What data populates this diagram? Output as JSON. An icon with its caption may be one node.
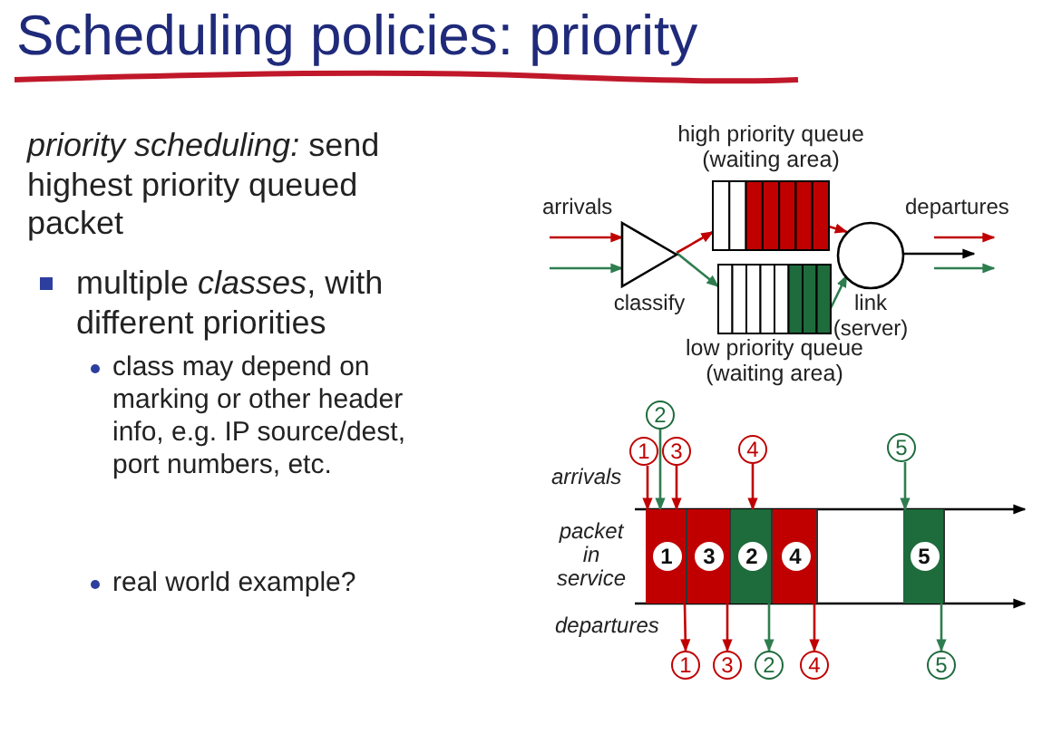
{
  "diagram": {
    "title": "Scheduling policies: priority",
    "nodes": [
      {
        "text": [
          "classify"
        ]
      },
      {
        "text": [
          "high priority queue (waiting area)"
        ]
      },
      {
        "text": [
          "low priority queue (waiting area)"
        ]
      },
      {
        "text": [
          "link (server)"
        ]
      },
      {
        "text": [
          "1"
        ]
      },
      {
        "text": [
          "3"
        ]
      },
      {
        "text": [
          "2"
        ]
      },
      {
        "text": [
          "4"
        ]
      },
      {
        "text": [
          "5"
        ]
      },
      {
        "text": [
          "1"
        ]
      },
      {
        "text": [
          "2"
        ]
      },
      {
        "text": [
          "3"
        ]
      },
      {
        "text": [
          "4"
        ]
      },
      {
        "text": [
          "5"
        ]
      },
      {
        "text": [
          "1"
        ]
      },
      {
        "text": [
          "3"
        ]
      },
      {
        "text": [
          "2"
        ]
      },
      {
        "text": [
          "4"
        ]
      },
      {
        "text": [
          "5"
        ]
      }
    ],
    "edges": [
      {
        "from": null,
        "to": 0,
        "arrow": "to"
      },
      {
        "from": null,
        "to": 0,
        "arrow": "to",
        "color": "#2e7d4f"
      },
      {
        "from": 0,
        "to": 1,
        "arrow": "to"
      },
      {
        "from": 0,
        "to": 2,
        "arrow": "to",
        "color": "#2e7d4f"
      },
      {
        "from": 1,
        "to": 3,
        "arrow": "to"
      },
      {
        "from": 2,
        "to": 3,
        "arrow": "to",
        "color": "#2e7d4f"
      },
      {
        "from": 3,
        "to": null,
        "arrow": "to",
        "color": "#000000"
      },
      {
        "from": 9,
        "to": 4,
        "arrow": "to"
      },
      {
        "from": 10,
        "to": 4,
        "arrow": "to",
        "color": "#2e7d4f"
      },
      {
        "from": 11,
        "to": 4,
        "arrow": "to"
      },
      {
        "from": 12,
        "to": 6,
        "arrow": "to"
      },
      {
        "from": 13,
        "to": 8,
        "arrow": "to",
        "color": "#2e7d4f"
      },
      {
        "from": 4,
        "to": 14,
        "arrow": "to"
      },
      {
        "from": 5,
        "to": 15,
        "arrow": "to"
      },
      {
        "from": 6,
        "to": 16,
        "arrow": "to",
        "color": "#2e7d4f"
      },
      {
        "from": 7,
        "to": 17,
        "arrow": "to"
      },
      {
        "from": 8,
        "to": 18,
        "arrow": "to",
        "color": "#2e7d4f"
      }
    ],
    "labels": [
      "*priority scheduling:* send highest priority queued packet",
      "multiple *classes*, with different priorities",
      "class may depend on marking or other header info, e.g. IP source/dest, port numbers, etc.",
      "real world example?",
      "arrivals",
      "departures",
      "arrivals",
      "packet in service",
      "departures"
    ]
  }
}
